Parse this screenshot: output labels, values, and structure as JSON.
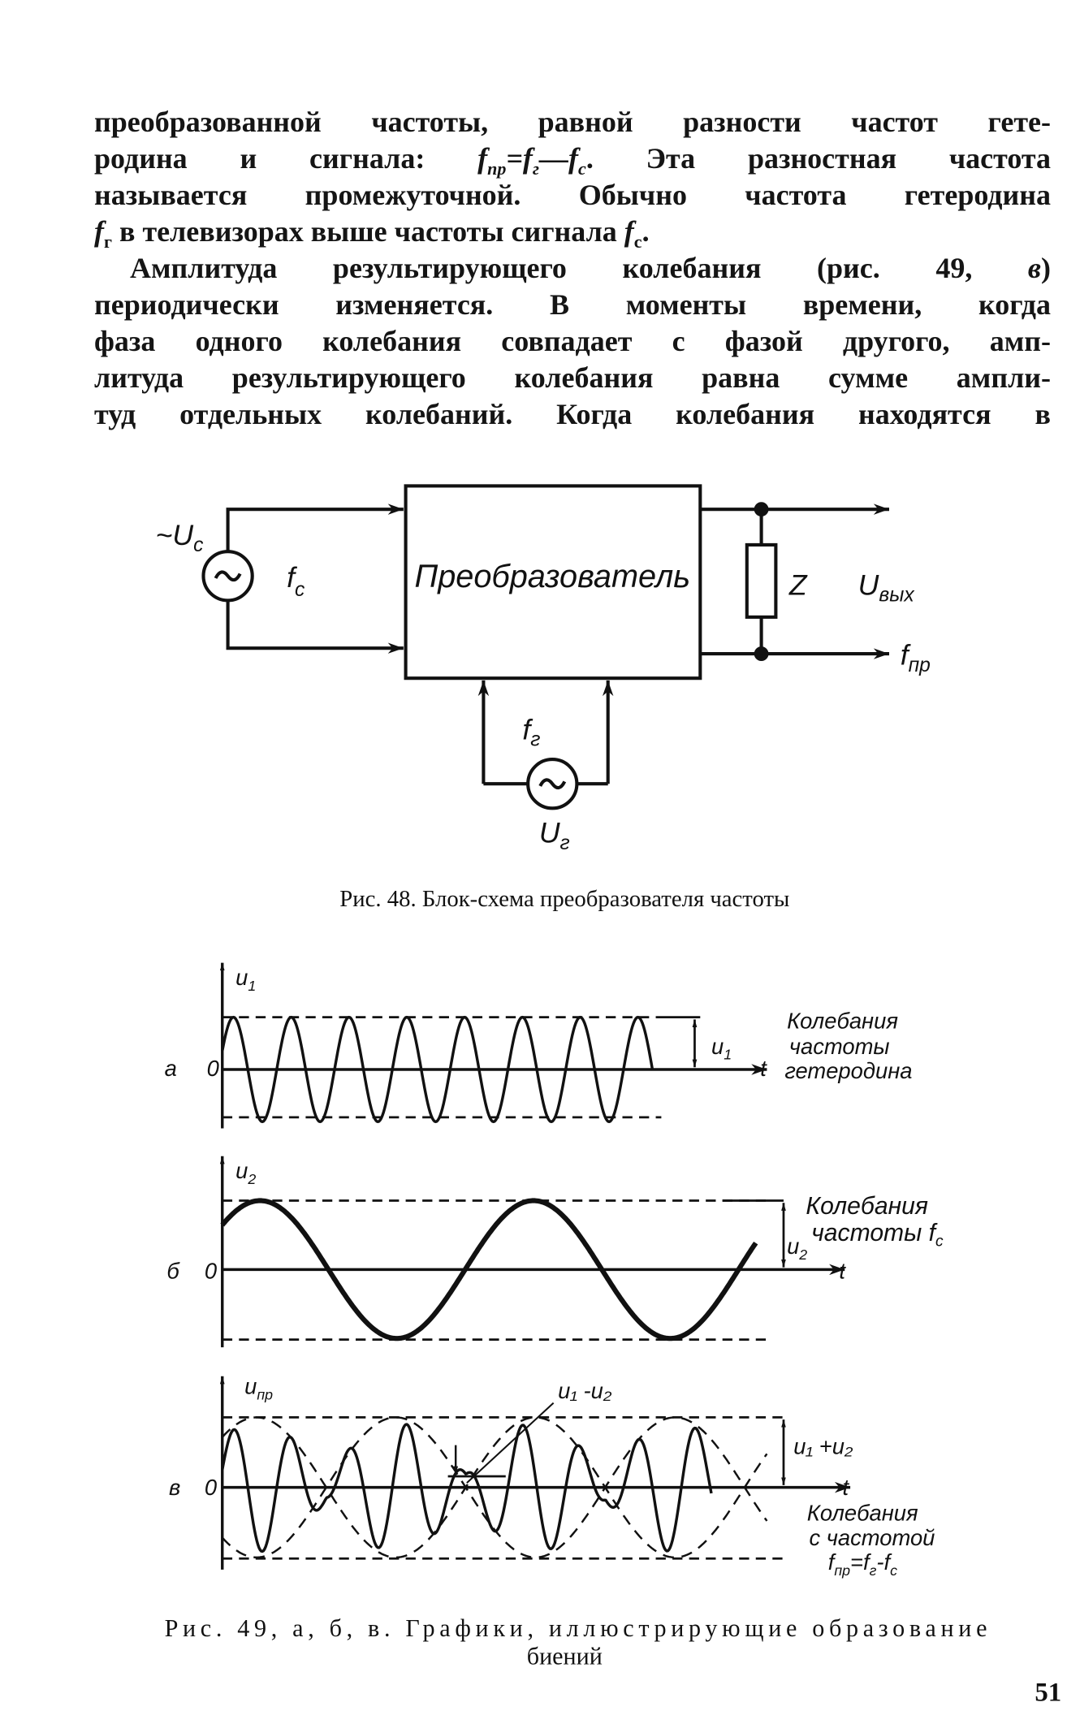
{
  "body": {
    "l1": "преобразованной частоты, равной разности частот гете-",
    "l2_pre": "родина и сигнала:",
    "l2_f": "f",
    "l2_sub1": "пр",
    "l2_eq": "=",
    "l2_sub2": "г",
    "l2_dash": "—",
    "l2_sub3": "с",
    "l2_post": ". Эта разностная частота",
    "l3": "называется промежуточной. Обычно частота гетеродина",
    "l4_sub1": "г",
    "l4_mid": " в телевизорах выше частоты сигнала ",
    "l4_sub2": "с",
    "l4_end": ".",
    "l5_pre": "Амплитуда результирующего колебания (рис. 49,",
    "l5_it": "в",
    "l5_end": ")",
    "l6": "периодически изменяется. В моменты времени, когда",
    "l7": "фаза одного колебания совпадает с фазой другого, амп-",
    "l8": "литуда результирующего колебания равна сумме ампли-",
    "l9": "туд отдельных колебаний. Когда колебания находятся в"
  },
  "fig48": {
    "block_label": "Преобразователь",
    "uc": "~U",
    "uc_sub": "c",
    "fc": "f",
    "fc_sub": "c",
    "z": "Z",
    "uout": "U",
    "uout_sub": "вых",
    "fpr": "f",
    "fpr_sub": "пр",
    "fg": "f",
    "fg_sub": "г",
    "ug": "U",
    "ug_sub": "г",
    "caption": "Рис. 48. Блок-схема преобразователя частоты"
  },
  "fig49": {
    "a": {
      "letter": "а",
      "zero": "0",
      "y": "u",
      "y_sub": "1",
      "amp": "u",
      "amp_sub": "1",
      "t": "t",
      "desc": [
        "Колебания",
        "частоты",
        "гетеродина"
      ]
    },
    "b": {
      "letter": "б",
      "zero": "0",
      "y": "u",
      "y_sub": "2",
      "amp": "u",
      "amp_sub": "2",
      "t": "t",
      "desc": [
        "Колебания",
        "частоты f",
        "c"
      ]
    },
    "c": {
      "letter": "в",
      "zero": "0",
      "y": "u",
      "y_sub": "пр",
      "amp": "u₁ +u₂",
      "diff": "u₁ -u₂",
      "t": "t",
      "desc": [
        "Колебания",
        "с частотой",
        "f",
        "пр",
        "=f",
        "г",
        "-f",
        "c"
      ]
    },
    "caption1": "Рис. 49, а, б, в. Графики, иллюстрирующие образование",
    "caption2": "биений"
  },
  "page_number": "51"
}
